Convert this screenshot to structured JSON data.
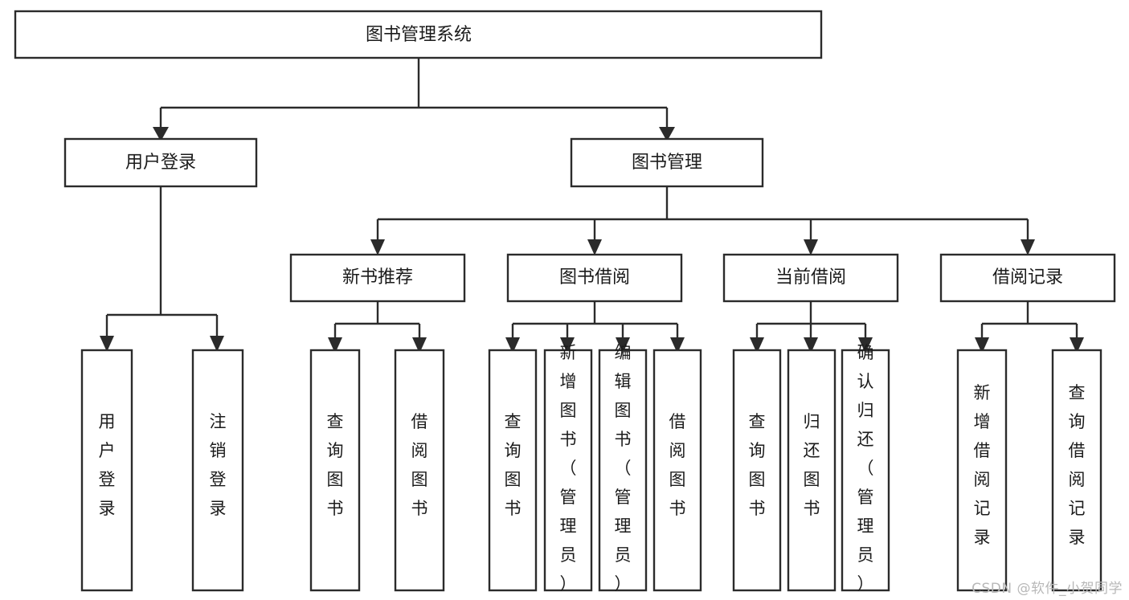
{
  "diagram": {
    "type": "tree",
    "title": "图书管理系统",
    "watermark": "CSDN @软件_小贺同学",
    "root": {
      "id": "root",
      "label": "图书管理系统"
    },
    "level2": [
      {
        "id": "user-login",
        "label": "用户登录"
      },
      {
        "id": "book-manage",
        "label": "图书管理"
      }
    ],
    "level3": [
      {
        "id": "new-book-recommend",
        "label": "新书推荐",
        "parent": "book-manage"
      },
      {
        "id": "book-borrow",
        "label": "图书借阅",
        "parent": "book-manage"
      },
      {
        "id": "current-borrow",
        "label": "当前借阅",
        "parent": "book-manage"
      },
      {
        "id": "borrow-record",
        "label": "借阅记录",
        "parent": "book-manage"
      }
    ],
    "leaves": [
      {
        "id": "leaf-user-login",
        "label": "用户登录",
        "parent": "user-login"
      },
      {
        "id": "leaf-user-logout",
        "label": "注销登录",
        "parent": "user-login"
      },
      {
        "id": "leaf-query-book-1",
        "label": "查询图书",
        "parent": "new-book-recommend"
      },
      {
        "id": "leaf-borrow-book-1",
        "label": "借阅图书",
        "parent": "new-book-recommend"
      },
      {
        "id": "leaf-query-book-2",
        "label": "查询图书",
        "parent": "book-borrow"
      },
      {
        "id": "leaf-add-book",
        "label": "新增图书（管理员）",
        "parent": "book-borrow"
      },
      {
        "id": "leaf-edit-book",
        "label": "编辑图书（管理员）",
        "parent": "book-borrow"
      },
      {
        "id": "leaf-borrow-book-2",
        "label": "借阅图书",
        "parent": "book-borrow"
      },
      {
        "id": "leaf-query-book-3",
        "label": "查询图书",
        "parent": "current-borrow"
      },
      {
        "id": "leaf-return-book",
        "label": "归还图书",
        "parent": "current-borrow"
      },
      {
        "id": "leaf-confirm-return",
        "label": "确认归还（管理员）",
        "parent": "current-borrow"
      },
      {
        "id": "leaf-add-record",
        "label": "新增借阅记录",
        "parent": "borrow-record"
      },
      {
        "id": "leaf-query-record",
        "label": "查询借阅记录",
        "parent": "borrow-record"
      }
    ],
    "colors": {
      "stroke": "#2b2b2b",
      "fill": "#ffffff",
      "text": "#1b1b1b",
      "watermark": "#b8b8b8",
      "background": "#ffffff"
    }
  }
}
